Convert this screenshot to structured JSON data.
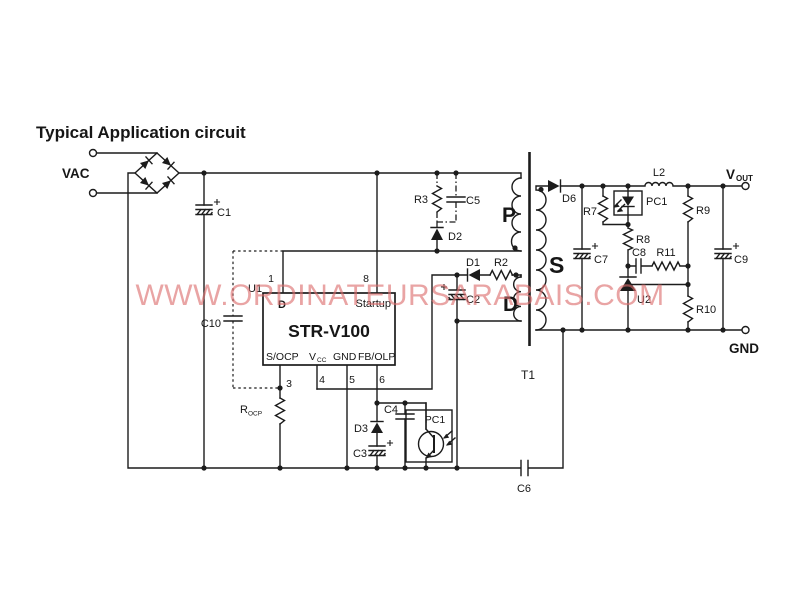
{
  "title": "Typical Application circuit",
  "watermark": "WWW.ORDINATEURSARABAIS.COM",
  "input": {
    "vac": "VAC"
  },
  "ic": {
    "ref": "U1",
    "part": "STR-V100",
    "pin_d": "D",
    "pin_startup": "Startup",
    "pin_socp": "S/OCP",
    "pin_vcc": "V",
    "pin_vcc_sub": "CC",
    "pin_gnd": "GND",
    "pin_fb": "FB/OLP",
    "num1": "1",
    "num8": "8",
    "num3": "3",
    "num4": "4",
    "num5": "5",
    "num6": "6"
  },
  "labels": {
    "c1": "C1",
    "c2": "C2",
    "c3": "C3",
    "c4": "C4",
    "c5": "C5",
    "c6": "C6",
    "c7": "C7",
    "c8": "C8",
    "c9": "C9",
    "c10": "C10",
    "r2": "R2",
    "r3": "R3",
    "r7": "R7",
    "r8": "R8",
    "r9": "R9",
    "r10": "R10",
    "r11": "R11",
    "rocp": "R",
    "rocp_sub": "OCP",
    "d1": "D1",
    "d2": "D2",
    "d3": "D3",
    "d6": "D6",
    "l2": "L2",
    "u2": "U2",
    "t1": "T1",
    "pc1_primary": "PC1",
    "pc1_secondary": "PC1",
    "winding_p": "P",
    "winding_s": "S",
    "winding_d": "D"
  },
  "output": {
    "vout": "V",
    "vout_sub": "OUT",
    "gnd": "GND"
  }
}
